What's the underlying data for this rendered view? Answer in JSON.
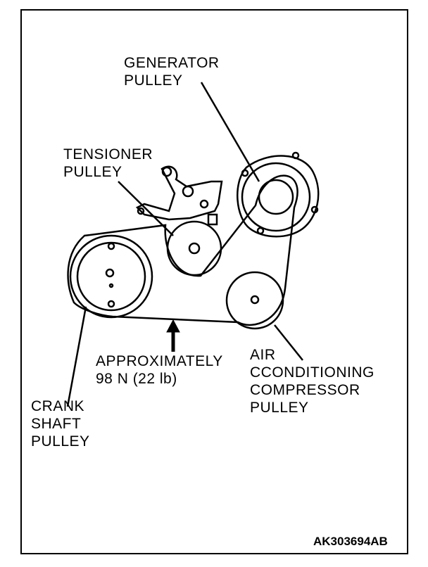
{
  "labels": {
    "generator": "GENERATOR\nPULLEY",
    "tensioner": "TENSIONER\nPULLEY",
    "tension_value": "APPROXIMATELY\n98 N (22 lb)",
    "ac_compressor": "AIR\nCCONDITIONING\nCOMPRESSOR\nPULLEY",
    "crankshaft": "CRANK\nSHAFT\nPULLEY"
  },
  "figure_code": "AK303694AB"
}
